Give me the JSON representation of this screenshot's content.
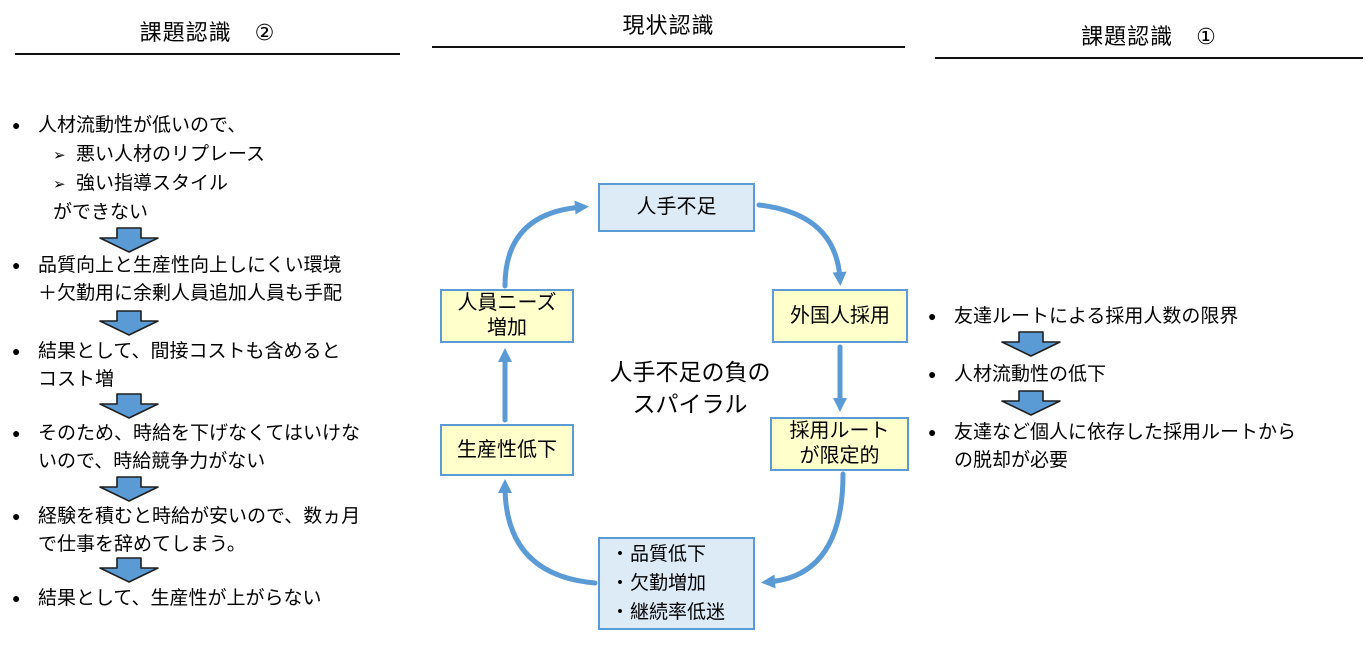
{
  "headers": {
    "left": "課題認識　②",
    "center": "現状認識",
    "right": "課題認識　①"
  },
  "icons": {
    "bullet": "●",
    "sub_bullet": "➢",
    "dot": "・"
  },
  "colors": {
    "cycle_arrow": "#5B9BD5",
    "box_border": "#5B9BD5",
    "box_blue_fill": "#DDEBF7",
    "box_yellow_fill": "#FFFFCC",
    "block_arrow_fill": "#5B9BD5",
    "block_arrow_outline": "#1f1f1f"
  },
  "left_panel": {
    "b1_line1": "人材流動性が低いので、",
    "b1_sub1": "悪い人材のリプレース",
    "b1_sub2": "強い指導スタイル",
    "b1_line2": "ができない",
    "b2_line1": "品質向上と生産性向上しにくい環境",
    "b2_line2": "＋欠勤用に余剰人員追加人員も手配",
    "b3_line1": "結果として、間接コストも含めると",
    "b3_line2": "コスト増",
    "b4_line1": "そのため、時給を下げなくてはいけな",
    "b4_line2": "いので、時給競争力がない",
    "b5_line1": "経験を積むと時給が安いので、数ヵ月",
    "b5_line2": "で仕事を辞めてしまう。",
    "b6_line1": "結果として、生産性が上がらない"
  },
  "right_panel": {
    "b1_line1": "友達ルートによる採用人数の限界",
    "b2_line1": "人材流動性の低下",
    "b3_line1": "友達など個人に依存した採用ルートから",
    "b3_line2": "の脱却が必要"
  },
  "cycle": {
    "center_label_line1": "人手不足の負の",
    "center_label_line2": "スパイラル",
    "boxes": {
      "shortage": "人手不足",
      "staff_needs_l1": "人員ニーズ",
      "staff_needs_l2": "増加",
      "foreign_hiring": "外国人採用",
      "route_l1": "採用ルート",
      "route_l2": "が限定的",
      "productivity": "生産性低下",
      "outcomes": [
        "品質低下",
        "欠勤増加",
        "継続率低迷"
      ]
    }
  }
}
